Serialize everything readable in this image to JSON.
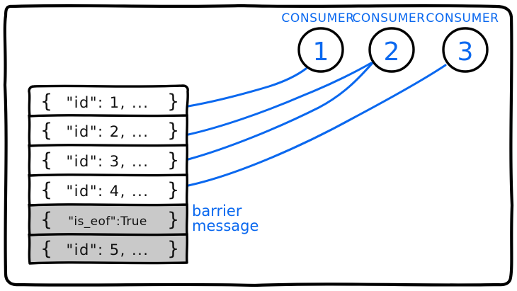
{
  "diagram": {
    "title": "barrier message in a consumer queue",
    "style": "hand-drawn sketch",
    "colors": {
      "ink": "#000000",
      "accent_blue": "#0a68ef",
      "barrier_fill": "#c9c9c9",
      "message_fill": "#ffffff",
      "background": "#ffffff"
    },
    "frame": {
      "name": "outer-border",
      "stroke": "#000000"
    }
  },
  "queue": {
    "name": "message-queue",
    "messages": [
      {
        "id": "msg-1",
        "text": "\"id\": 1, ...",
        "kind": "data",
        "highlighted": false,
        "assigned_to": "CONSUMER 1"
      },
      {
        "id": "msg-2",
        "text": "\"id\": 2, ...",
        "kind": "data",
        "highlighted": false,
        "assigned_to": "CONSUMER 2"
      },
      {
        "id": "msg-3",
        "text": "\"id\": 3, ...",
        "kind": "data",
        "highlighted": false,
        "assigned_to": "CONSUMER 2"
      },
      {
        "id": "msg-4",
        "text": "\"id\": 4, ...",
        "kind": "data",
        "highlighted": false,
        "assigned_to": "CONSUMER 3"
      },
      {
        "id": "msg-5",
        "text": "\"is_eof\":True",
        "kind": "barrier",
        "highlighted": true,
        "assigned_to": ""
      },
      {
        "id": "msg-6",
        "text": "\"id\": 5, ...",
        "kind": "data",
        "highlighted": true,
        "assigned_to": ""
      }
    ],
    "brace_open": "{",
    "brace_close": "}"
  },
  "annotation": {
    "name": "barrier-message-annotation",
    "line1": "barrier",
    "line2": "message"
  },
  "consumers": [
    {
      "label": "CONSUMER",
      "number": "1"
    },
    {
      "label": "CONSUMER",
      "number": "2"
    },
    {
      "label": "CONSUMER",
      "number": "3"
    }
  ],
  "connectors": [
    {
      "name": "connector-msg1-consumer1",
      "from": "msg-1",
      "to": "CONSUMER 1"
    },
    {
      "name": "connector-msg2-consumer2",
      "from": "msg-2",
      "to": "CONSUMER 2"
    },
    {
      "name": "connector-msg3-consumer2",
      "from": "msg-3",
      "to": "CONSUMER 2"
    },
    {
      "name": "connector-msg4-consumer3",
      "from": "msg-4",
      "to": "CONSUMER 3"
    }
  ]
}
